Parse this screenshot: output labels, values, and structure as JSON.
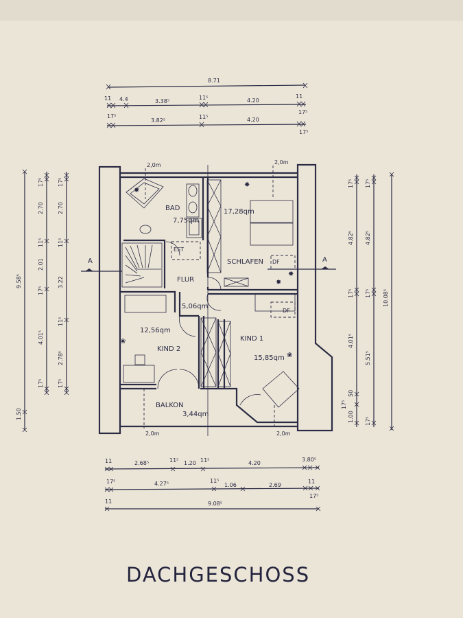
{
  "title": "DACHGESCHOSS",
  "colors": {
    "paper": "#ebe5d8",
    "ink": "#2b2b44"
  },
  "rooms": {
    "bad": {
      "name": "BAD",
      "area": "7,75qm"
    },
    "schlafen": {
      "name": "SCHLAFEN",
      "area": "17,28qm"
    },
    "flur": {
      "name": "FLUR",
      "area": "5,06qm"
    },
    "kind2": {
      "name": "KIND 2",
      "area": "12,56qm"
    },
    "kind1": {
      "name": "KIND 1",
      "area": "15,85qm"
    },
    "balkon": {
      "name": "BALKON",
      "area": "3,44qm"
    }
  },
  "markers": {
    "est": "EST",
    "df": "DF",
    "section": "A",
    "height": "2,0m"
  },
  "dims_top": {
    "total": "8.71",
    "r1": [
      "11",
      "4.4",
      "3.38⁵",
      "11⁵",
      "4.20",
      "11",
      "17⁵"
    ],
    "r2": [
      "17⁵",
      "3.82⁵",
      "11⁵",
      "4.20",
      "17⁵"
    ]
  },
  "dims_bottom": {
    "r1": [
      "11",
      "2.68⁵",
      "11⁵",
      "1.20",
      "11⁵",
      "4.20",
      "3.80⁵"
    ],
    "r2": [
      "17⁵",
      "4.27⁵",
      "11⁵",
      "1.06",
      "2.69",
      "11",
      "17⁵"
    ],
    "total": "9.08⁵",
    "r3_left": "11"
  },
  "dims_left": {
    "total": "9.58⁵",
    "extra": "1.50",
    "c1": [
      "17⁵",
      "2.70",
      "11⁵",
      "2.01",
      "17⁵",
      "4.01⁵",
      "17⁵"
    ],
    "c2": [
      "17⁵",
      "2.70",
      "11⁵",
      "3.22",
      "11⁵",
      "2.78⁵",
      "17⁵"
    ]
  },
  "dims_right": {
    "c1": [
      "17⁵",
      "4.82⁵",
      "17⁵",
      "4.01⁵",
      "50",
      "17⁵",
      "1.00"
    ],
    "c2": [
      "17⁵",
      "4.82⁵",
      "17⁵",
      "5.51⁵",
      "17⁵"
    ],
    "total": "10.08⁵"
  }
}
